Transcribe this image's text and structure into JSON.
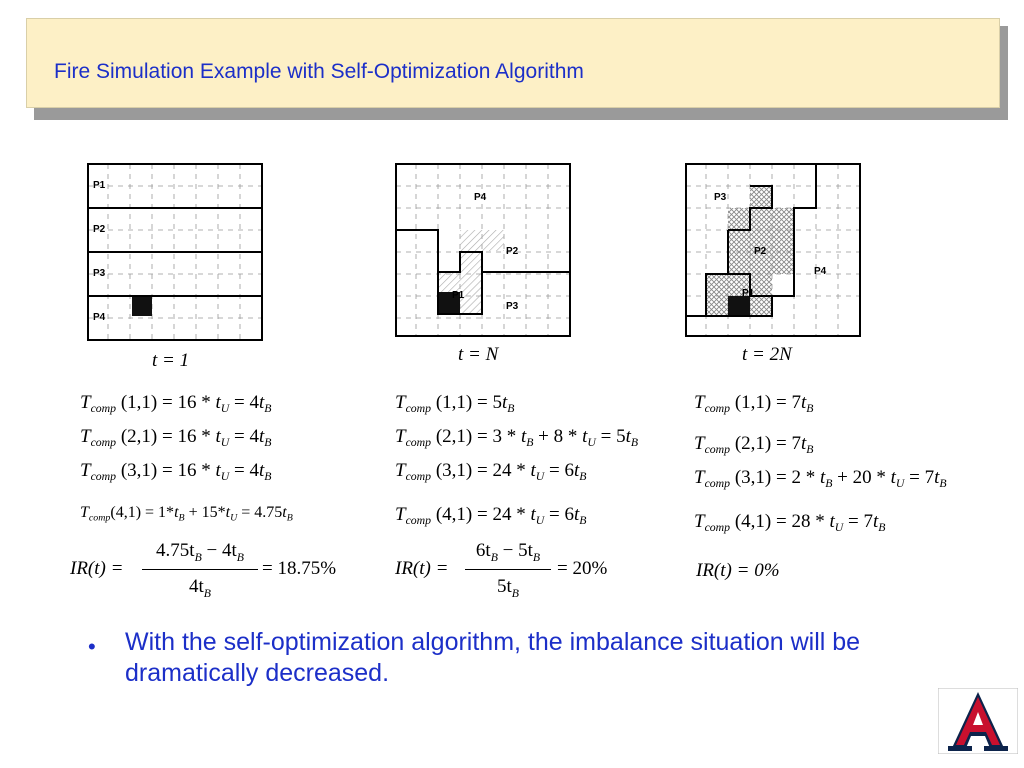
{
  "slide": {
    "title": "Fire Simulation Example with Self-Optimization Algorithm",
    "bullet": "With the self-optimization algorithm, the imbalance situation will be dramatically decreased."
  },
  "diagrams": [
    {
      "time_label": "t = 1",
      "labels": {
        "p1": "P1",
        "p2": "P2",
        "p3": "P3",
        "p4": "P4"
      }
    },
    {
      "time_label": "t = N",
      "labels": {
        "p1": "P1",
        "p2": "P2",
        "p3": "P3",
        "p4": "P4"
      }
    },
    {
      "time_label": "t = 2N",
      "labels": {
        "p1": "P1",
        "p2": "P2",
        "p3": "P3",
        "p4": "P4"
      }
    }
  ],
  "equations": {
    "col1": {
      "e1": {
        "args": "(1,1)",
        "rhs": "= 16 * ",
        "eq2": " = 4"
      },
      "e2": {
        "args": "(2,1)",
        "rhs": "= 16 * ",
        "eq2": " = 4"
      },
      "e3": {
        "args": "(3,1)",
        "rhs": "= 16 * ",
        "eq2": " = 4"
      },
      "e4": {
        "args": "(4,1)",
        "rhs": "= 1*",
        "mid": " + 15*",
        "eq2": " = 4.75"
      },
      "ir": {
        "lhs": "IR(t) =",
        "num": "4.75t",
        "num2": " − 4t",
        "den": "4t",
        "res": "= 18.75%"
      }
    },
    "col2": {
      "e1": {
        "args": "(1,1)",
        "rhs": "= 5"
      },
      "e2": {
        "args": "(2,1)",
        "rhs": "= 3 * ",
        "mid": " + 8 * ",
        "eq2": " = 5"
      },
      "e3": {
        "args": "(3,1)",
        "rhs": "= 24 * ",
        "eq2": " = 6"
      },
      "e4": {
        "args": "(4,1)",
        "rhs": "= 24 * ",
        "eq2": " = 6"
      },
      "ir": {
        "lhs": "IR(t) =",
        "num": "6t",
        "num2": " − 5t",
        "den": "5t",
        "res": "= 20%"
      }
    },
    "col3": {
      "e1": {
        "args": "(1,1)",
        "rhs": "= 7"
      },
      "e2": {
        "args": "(2,1)",
        "rhs": "= 7"
      },
      "e3": {
        "args": "(3,1)",
        "rhs": "= 2 * ",
        "mid": " + 20 * ",
        "eq2": " = 7"
      },
      "e4": {
        "args": "(4,1)",
        "rhs": "= 28 * ",
        "eq2": " = 7"
      },
      "ir": {
        "text": "IR(t) = 0%"
      }
    },
    "sym": {
      "T": "T",
      "comp": "comp",
      "t": "t",
      "B": "B",
      "U": "U"
    }
  },
  "colors": {
    "title_text": "#1c2fc8",
    "title_bg": "#fdf0c6",
    "logo_red": "#c8102e",
    "logo_navy": "#0c234b"
  }
}
